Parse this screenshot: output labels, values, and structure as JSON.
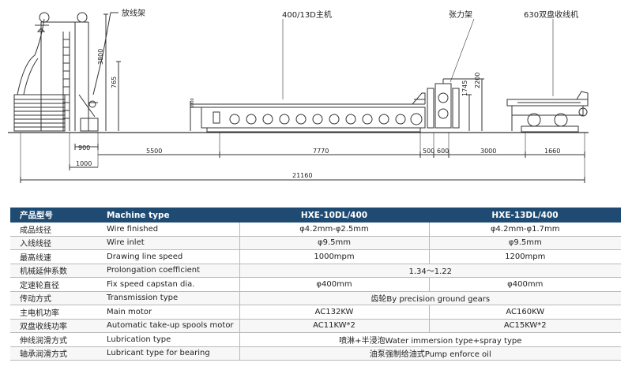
{
  "drawing": {
    "labels": {
      "payoff": "放线架",
      "main_machine": "400/13D主机",
      "dancer": "张力架",
      "takeup": "630双盘收线机"
    },
    "dims": {
      "h3800": "3800",
      "h765": "765",
      "h1000": "1000",
      "h1745": "1745",
      "h2200": "2200",
      "d900": "900",
      "d1000": "1000",
      "d5500": "5500",
      "d7770": "7770",
      "d500": "500",
      "d600": "600",
      "d3000": "3000",
      "d1660": "1660",
      "d21160": "21160"
    }
  },
  "table": {
    "header": {
      "cn": "产品型号",
      "en": "Machine type",
      "m1": "HXE-10DL/400",
      "m2": "HXE-13DL/400"
    },
    "rows": [
      {
        "cn": "成品线径",
        "en": "Wire finished",
        "v1": "φ4.2mm-φ2.5mm",
        "v2": "φ4.2mm-φ1.7mm"
      },
      {
        "cn": "入线线径",
        "en": "Wire inlet",
        "v1": "φ9.5mm",
        "v2": "φ9.5mm"
      },
      {
        "cn": "最高线速",
        "en": "Drawing line speed",
        "v1": "1000mpm",
        "v2": "1200mpm"
      },
      {
        "cn": "机械延伸系数",
        "en": "Prolongation coefficient",
        "span": "1.34～1.22"
      },
      {
        "cn": "定速轮直径",
        "en": "Fix speed capstan dia.",
        "v1": "φ400mm",
        "v2": "φ400mm"
      },
      {
        "cn": "传动方式",
        "en": "Transmission type",
        "span": "齿轮By precision ground gears"
      },
      {
        "cn": "主电机功率",
        "en": "Main motor",
        "v1": "AC132KW",
        "v2": "AC160KW"
      },
      {
        "cn": "双盘收线功率",
        "en": "Automatic take-up spools motor",
        "v1": "AC11KW*2",
        "v2": "AC15KW*2"
      },
      {
        "cn": "伸线润滑方式",
        "en": "Lubrication type",
        "span": "喷淋+半浸泡Water immersion type+spray type"
      },
      {
        "cn": "轴承润滑方式",
        "en": "Lubricant type for bearing",
        "span": "油泵强制给油式Pump enforce oil"
      }
    ]
  }
}
